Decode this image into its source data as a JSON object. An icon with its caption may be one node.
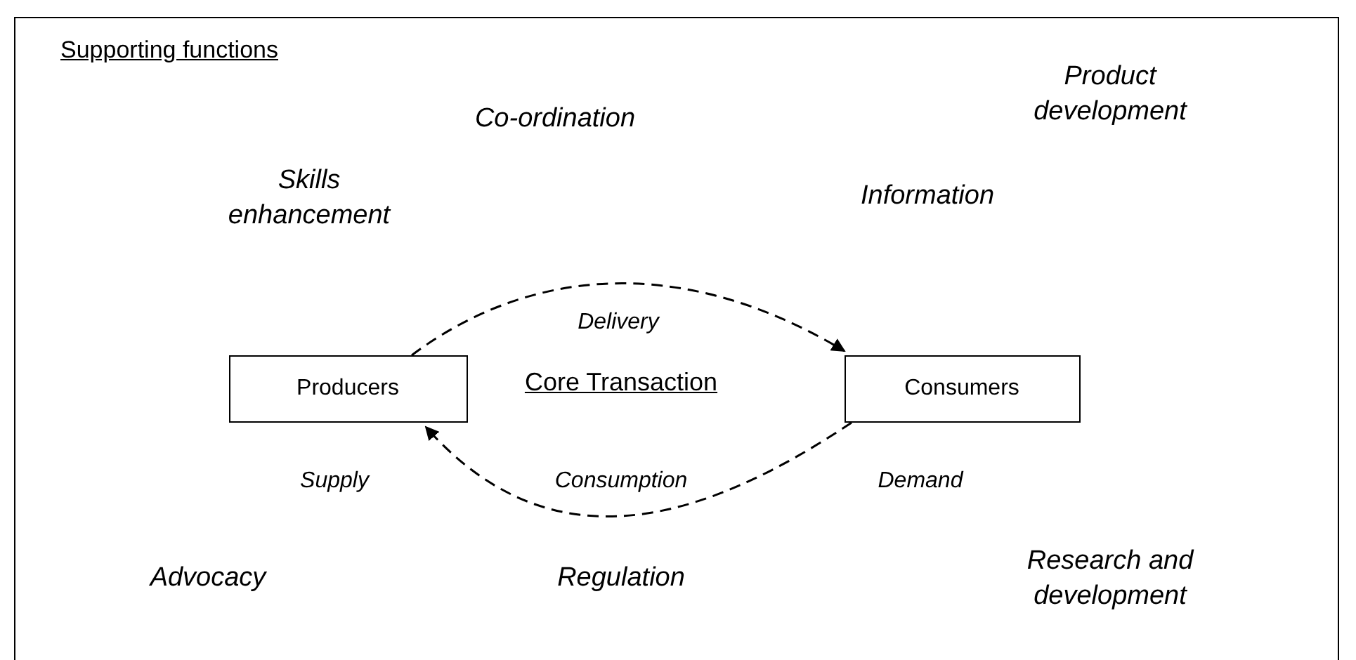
{
  "diagram": {
    "nodes": [
      {
        "text": [
          "Supporting functions"
        ]
      },
      {
        "text": [
          "Producers"
        ],
        "in": 0
      },
      {
        "text": [
          "Consumers"
        ],
        "in": 0
      }
    ],
    "edges": [
      {
        "from": 1,
        "to": 2,
        "arrow": "to",
        "label": "Delivery",
        "style": "dashed"
      },
      {
        "from": 2,
        "to": 1,
        "arrow": "to",
        "label": "Consumption",
        "style": "dashed"
      }
    ],
    "labels": [
      "Product development",
      "Co-ordination",
      "Skills enhancement",
      "Information",
      "Core Transaction",
      "Supply",
      "Demand",
      "Advocacy",
      "Regulation",
      "Research and development"
    ]
  }
}
